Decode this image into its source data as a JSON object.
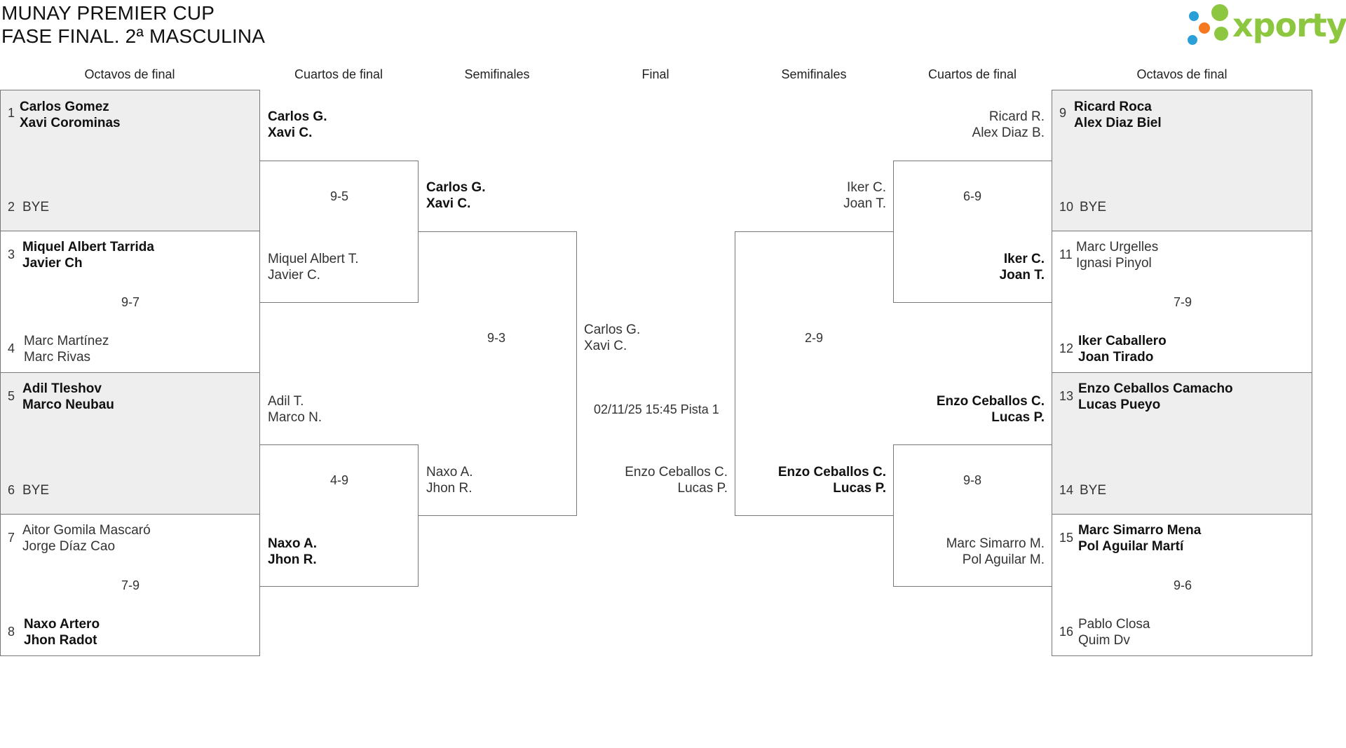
{
  "title": {
    "line1": "MUNAY PREMIER CUP",
    "line2": "FASE FINAL. 2ª MASCULINA"
  },
  "logo": {
    "word": "xporty",
    "colors": [
      "#2a9fd8",
      "#8dc63f",
      "#f47920"
    ]
  },
  "headers": {
    "l_oct": "Octavos de final",
    "l_cua": "Cuartos de final",
    "l_semi": "Semifinales",
    "final": "Final",
    "r_semi": "Semifinales",
    "r_cua": "Cuartos de final",
    "r_oct": "Octavos de final"
  },
  "left_r16": [
    {
      "seedA": "1",
      "a1": "Carlos Gomez",
      "a2": "Xavi Corominas",
      "seedB": "2",
      "b": "BYE",
      "score": ""
    },
    {
      "seedA": "3",
      "a1": "Miquel Albert Tarrida",
      "a2": "Javier Ch",
      "seedB": "4",
      "b1": "Marc Martínez",
      "b2": "Marc Rivas",
      "score": "9-7"
    },
    {
      "seedA": "5",
      "a1": "Adil Tleshov",
      "a2": "Marco Neubau",
      "seedB": "6",
      "b": "BYE",
      "score": ""
    },
    {
      "seedA": "7",
      "a1": "Aitor Gomila Mascaró",
      "a2": "Jorge Díaz Cao",
      "seedB": "8",
      "b1": "Naxo Artero",
      "b2": "Jhon Radot",
      "score": "7-9"
    }
  ],
  "left_qf": [
    {
      "a1": "Carlos G.",
      "a2": "Xavi C.",
      "b1": "Miquel Albert T.",
      "b2": "Javier C.",
      "score": "9-5"
    },
    {
      "a1": "Adil T.",
      "a2": "Marco N.",
      "b1": "Naxo A.",
      "b2": "Jhon R.",
      "score": "4-9"
    }
  ],
  "left_sf": {
    "a1": "Carlos G.",
    "a2": "Xavi C.",
    "b1": "Naxo A.",
    "b2": "Jhon R.",
    "score": "9-3"
  },
  "final": {
    "a1": "Carlos G.",
    "a2": "Xavi C.",
    "b1": "Enzo Ceballos C.",
    "b2": "Lucas P.",
    "info": "02/11/25 15:45 Pista 1"
  },
  "right_sf": {
    "a1": "Iker C.",
    "a2": "Joan T.",
    "b1": "Enzo Ceballos C.",
    "b2": "Lucas P.",
    "score": "2-9"
  },
  "right_qf": [
    {
      "a1": "Ricard R.",
      "a2": "Alex Diaz B.",
      "b1": "Iker C.",
      "b2": "Joan T.",
      "score": "6-9"
    },
    {
      "a1": "Enzo Ceballos C.",
      "a2": "Lucas P.",
      "b1": "Marc Simarro M.",
      "b2": "Pol Aguilar M.",
      "score": "9-8"
    }
  ],
  "right_r16": [
    {
      "seedA": "9",
      "a1": "Ricard Roca",
      "a2": "Alex Diaz Biel",
      "seedB": "10",
      "b": "BYE",
      "score": ""
    },
    {
      "seedA": "11",
      "a1": "Marc Urgelles",
      "a2": "Ignasi Pinyol",
      "seedB": "12",
      "b1": "Iker Caballero",
      "b2": "Joan Tirado",
      "score": "7-9"
    },
    {
      "seedA": "13",
      "a1": "Enzo Ceballos Camacho",
      "a2": "Lucas Pueyo",
      "seedB": "14",
      "b": "BYE",
      "score": ""
    },
    {
      "seedA": "15",
      "a1": "Marc Simarro Mena",
      "a2": "Pol Aguilar Martí",
      "seedB": "16",
      "b1": "Pablo Closa",
      "b2": "Quim Dv",
      "score": "9-6"
    }
  ]
}
